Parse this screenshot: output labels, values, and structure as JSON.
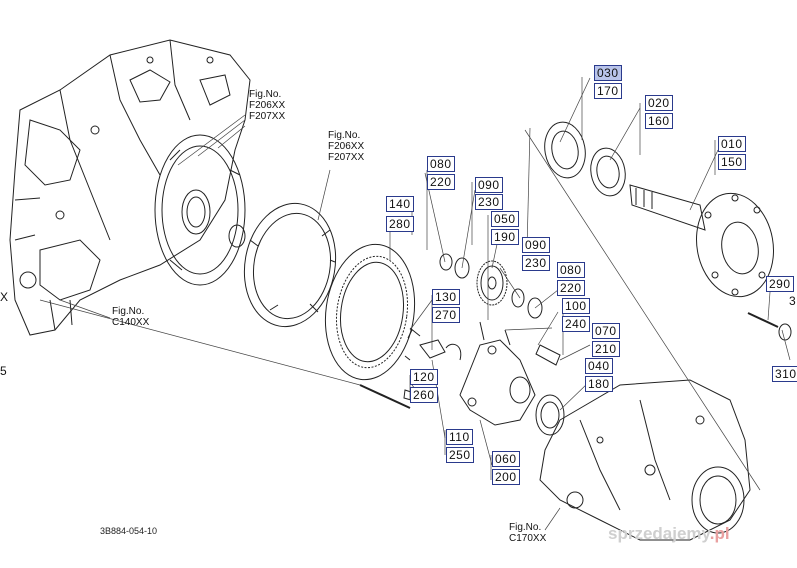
{
  "callouts": [
    {
      "id": "030",
      "highlight": true
    },
    {
      "id": "170"
    },
    {
      "id": "020"
    },
    {
      "id": "160"
    },
    {
      "id": "010"
    },
    {
      "id": "150"
    },
    {
      "id": "080"
    },
    {
      "id": "220"
    },
    {
      "id": "090"
    },
    {
      "id": "230"
    },
    {
      "id": "050"
    },
    {
      "id": "190"
    },
    {
      "id": "090"
    },
    {
      "id": "230"
    },
    {
      "id": "080"
    },
    {
      "id": "220"
    },
    {
      "id": "100"
    },
    {
      "id": "240"
    },
    {
      "id": "070"
    },
    {
      "id": "210"
    },
    {
      "id": "040"
    },
    {
      "id": "180"
    },
    {
      "id": "140"
    },
    {
      "id": "280"
    },
    {
      "id": "130"
    },
    {
      "id": "270"
    },
    {
      "id": "120"
    },
    {
      "id": "260"
    },
    {
      "id": "110"
    },
    {
      "id": "250"
    },
    {
      "id": "060"
    },
    {
      "id": "200"
    },
    {
      "id": "290"
    },
    {
      "id": "310"
    }
  ],
  "fig_refs": [
    {
      "label": "Fig.No.",
      "codes": [
        "F206XX",
        "F207XX"
      ]
    },
    {
      "label": "Fig.No.",
      "codes": [
        "F206XX",
        "F207XX"
      ]
    },
    {
      "label": "Fig.No.",
      "codes": [
        "C140XX"
      ]
    },
    {
      "label": "Fig.No.",
      "codes": [
        "C170XX"
      ]
    }
  ],
  "drawing_number": "3B884-054-10",
  "edge_marks": {
    "left": "X",
    "right_top": "3",
    "left_low": "5"
  },
  "watermark": {
    "text": "sprzedajemy",
    "suffix": ".pl"
  }
}
